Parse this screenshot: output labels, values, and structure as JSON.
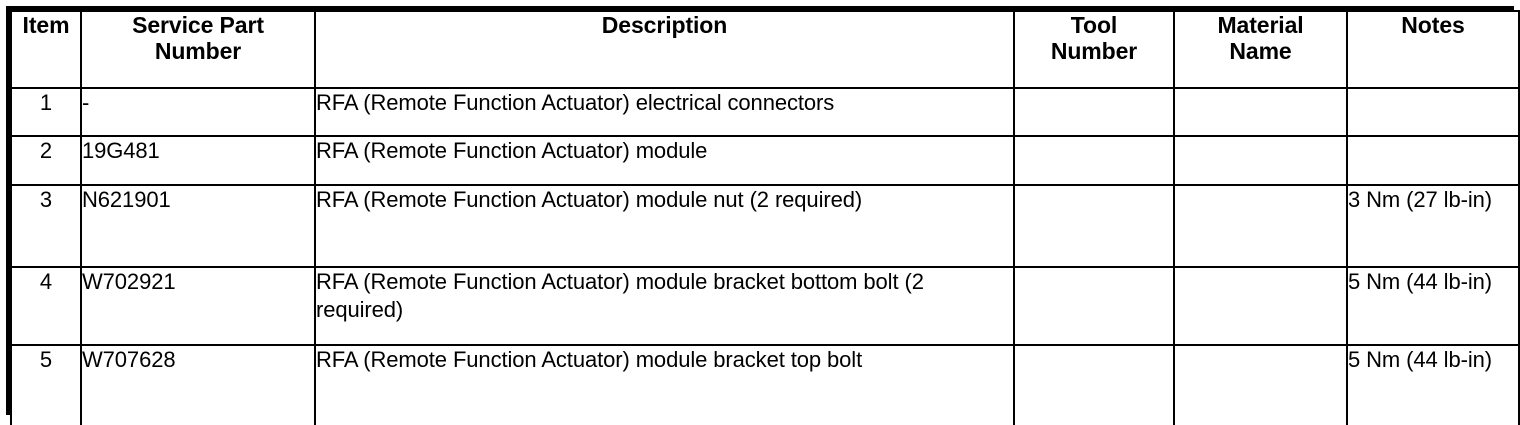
{
  "table": {
    "name": "service-parts-table",
    "columns": [
      {
        "key": "item",
        "label": "Item"
      },
      {
        "key": "part",
        "label": "Service Part\nNumber"
      },
      {
        "key": "desc",
        "label": "Description"
      },
      {
        "key": "tool",
        "label": "Tool\nNumber"
      },
      {
        "key": "material",
        "label": "Material\nName"
      },
      {
        "key": "notes",
        "label": "Notes"
      }
    ],
    "rows": [
      {
        "item": "1",
        "part": "-",
        "desc": "RFA (Remote Function Actuator) electrical connectors",
        "tool": "",
        "material": "",
        "notes": ""
      },
      {
        "item": "2",
        "part": "19G481",
        "desc": "RFA (Remote Function Actuator) module",
        "tool": "",
        "material": "",
        "notes": ""
      },
      {
        "item": "3",
        "part": "N621901",
        "desc": "RFA (Remote Function Actuator) module nut (2 required)",
        "tool": "",
        "material": "",
        "notes": "3 Nm (27 lb-in)"
      },
      {
        "item": "4",
        "part": "W702921",
        "desc": "RFA (Remote Function Actuator) module bracket bottom bolt (2 required)",
        "tool": "",
        "material": "",
        "notes": "5 Nm (44 lb-in)"
      },
      {
        "item": "5",
        "part": "W707628",
        "desc": "RFA (Remote Function Actuator) module bracket top bolt",
        "tool": "",
        "material": "",
        "notes": "5 Nm (44 lb-in)"
      }
    ]
  },
  "style": {
    "border_color": "#000000",
    "text_color": "#000000",
    "background": "#ffffff"
  }
}
